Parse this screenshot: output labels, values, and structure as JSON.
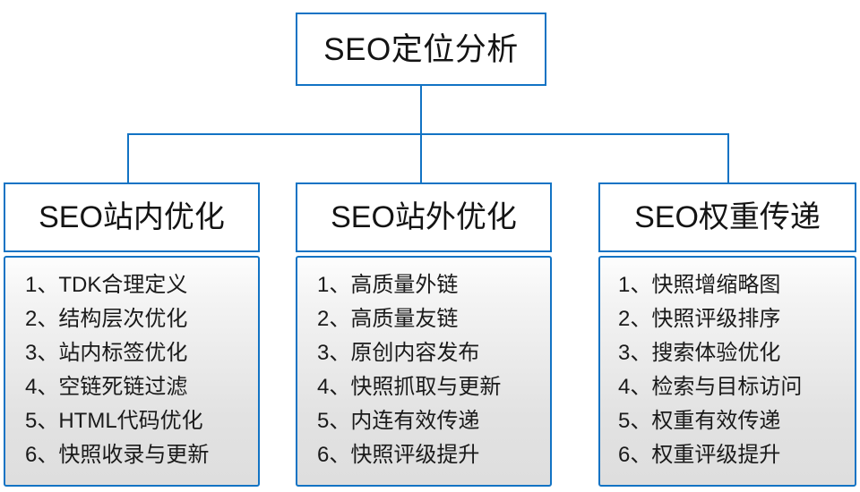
{
  "diagram": {
    "root": {
      "label": "SEO定位分析"
    },
    "columns": [
      {
        "header": "SEO站内优化",
        "items": [
          "1、TDK合理定义",
          "2、结构层次优化",
          "3、站内标签优化",
          "4、空链死链过滤",
          "5、HTML代码优化",
          "6、快照收录与更新"
        ]
      },
      {
        "header": "SEO站外优化",
        "items": [
          "1、高质量外链",
          "2、高质量友链",
          "3、原创内容发布",
          "4、快照抓取与更新",
          "5、内连有效传递",
          "6、快照评级提升"
        ]
      },
      {
        "header": "SEO权重传递",
        "items": [
          "1、快照增缩略图",
          "2、快照评级排序",
          "3、搜索体验优化",
          "4、检索与目标访问",
          "5、权重有效传递",
          "6、权重评级提升"
        ]
      }
    ],
    "colors": {
      "border_blue": "#1273c4",
      "text": "#141414",
      "list_background": "#e2e2e2",
      "page_background": "#ffffff"
    }
  }
}
